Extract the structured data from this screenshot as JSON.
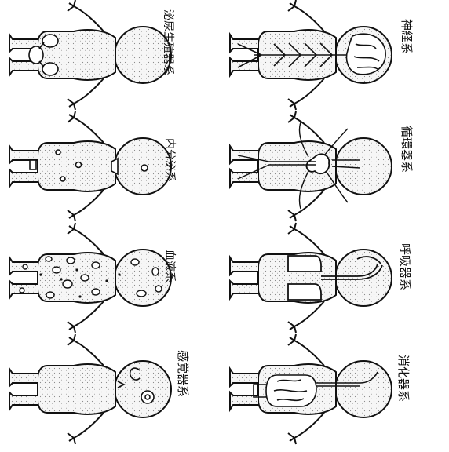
{
  "panels": [
    {
      "id": "nervous",
      "label": "神経系"
    },
    {
      "id": "circulatory",
      "label": "循環器系"
    },
    {
      "id": "respiratory",
      "label": "呼吸器系"
    },
    {
      "id": "digestive",
      "label": "消化器系"
    },
    {
      "id": "urogenital",
      "label": "泌尿生殖器系"
    },
    {
      "id": "endocrine",
      "label": "内分泌系"
    },
    {
      "id": "blood",
      "label": "血液系"
    },
    {
      "id": "sensory",
      "label": "感覚器系"
    }
  ],
  "colors": {
    "ink": "#111111",
    "shade": "#e8e8e8",
    "paper": "#ffffff"
  }
}
